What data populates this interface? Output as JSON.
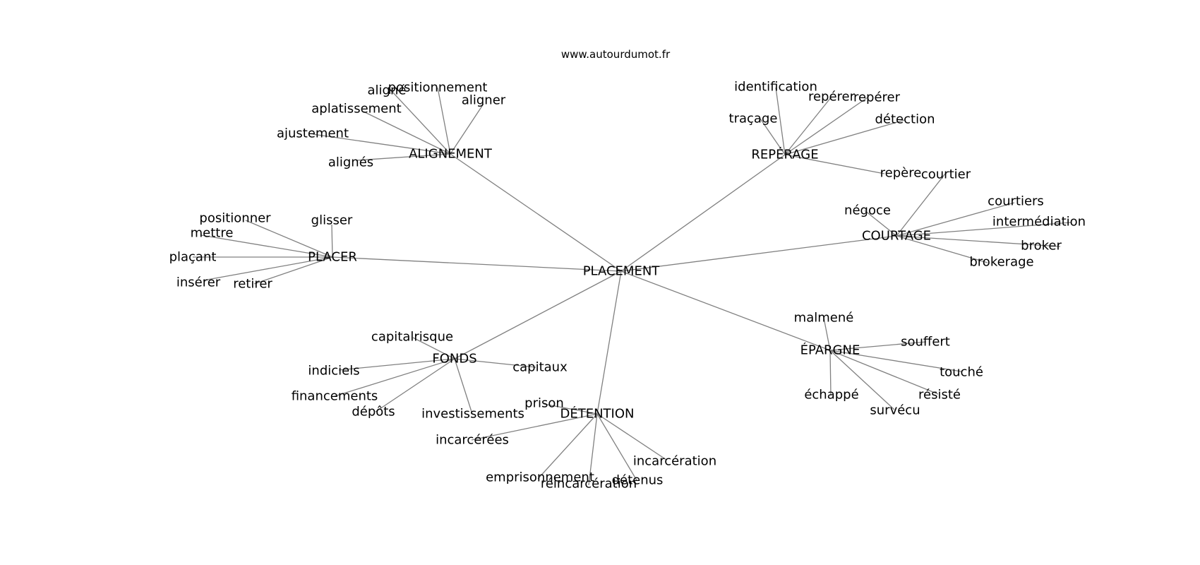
{
  "header": {
    "site": "www.autourdumot.fr"
  },
  "graph": {
    "edge_color": "#808080",
    "text_color": "#000000",
    "center": "PLACEMENT",
    "groups": [
      {
        "hub": "ALIGNEMENT",
        "words": [
          "positionnement",
          "aligné",
          "aligner",
          "aplatissement",
          "ajustement",
          "alignés"
        ]
      },
      {
        "hub": "REPÉRAGE",
        "words": [
          "identification",
          "repérer",
          "repérer",
          "traçage",
          "détection",
          "repère"
        ]
      },
      {
        "hub": "PLACER",
        "words": [
          "positionner",
          "glisser",
          "mettre",
          "plaçant",
          "insérer",
          "retirer"
        ]
      },
      {
        "hub": "COURTAGE",
        "words": [
          "courtier",
          "négoce",
          "courtiers",
          "intermédiation",
          "broker",
          "brokerage"
        ]
      },
      {
        "hub": "FONDS",
        "words": [
          "capitalrisque",
          "indiciels",
          "capitaux",
          "financements",
          "dépôts",
          "investissements"
        ]
      },
      {
        "hub": "DÉTENTION",
        "words": [
          "prison",
          "incarcérées",
          "incarcération",
          "emprisonnement",
          "réincarcération",
          "détenus"
        ]
      },
      {
        "hub": "ÉPARGNE",
        "words": [
          "malmené",
          "souffert",
          "touché",
          "échappé",
          "résisté",
          "survécu"
        ]
      }
    ]
  }
}
